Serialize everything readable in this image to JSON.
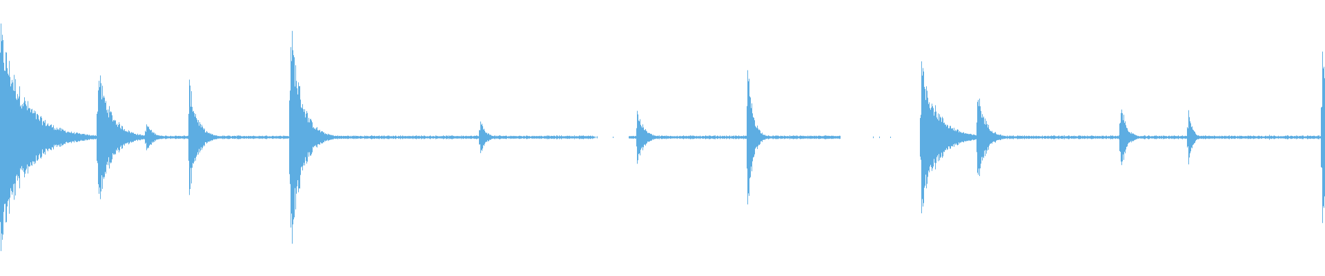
{
  "waveform": {
    "color": "#5dade2",
    "background": "#ffffff",
    "duration_fraction_events": [
      {
        "t": 0.0,
        "amp": 0.34,
        "decay": 0.018
      },
      {
        "t": 0.0735,
        "amp": 0.22,
        "decay": 0.01
      },
      {
        "t": 0.11,
        "amp": 0.05,
        "decay": 0.005
      },
      {
        "t": 0.1425,
        "amp": 0.18,
        "decay": 0.006
      },
      {
        "t": 0.219,
        "amp": 0.37,
        "decay": 0.008
      },
      {
        "t": 0.362,
        "amp": 0.06,
        "decay": 0.004
      },
      {
        "t": 0.4805,
        "amp": 0.09,
        "decay": 0.005
      },
      {
        "t": 0.564,
        "amp": 0.23,
        "decay": 0.004
      },
      {
        "t": 0.598,
        "amp": 0.01,
        "decay": 0.002
      },
      {
        "t": 0.695,
        "amp": 0.23,
        "decay": 0.012
      },
      {
        "t": 0.7375,
        "amp": 0.15,
        "decay": 0.006
      },
      {
        "t": 0.8455,
        "amp": 0.12,
        "decay": 0.004
      },
      {
        "t": 0.8965,
        "amp": 0.09,
        "decay": 0.003
      },
      {
        "t": 0.9575,
        "amp": 0.01,
        "decay": 0.001
      },
      {
        "t": 0.9975,
        "amp": 0.3,
        "decay": 0.004
      }
    ],
    "silent_ranges": [
      [
        0.448,
        0.474
      ],
      [
        0.634,
        0.694
      ]
    ]
  }
}
